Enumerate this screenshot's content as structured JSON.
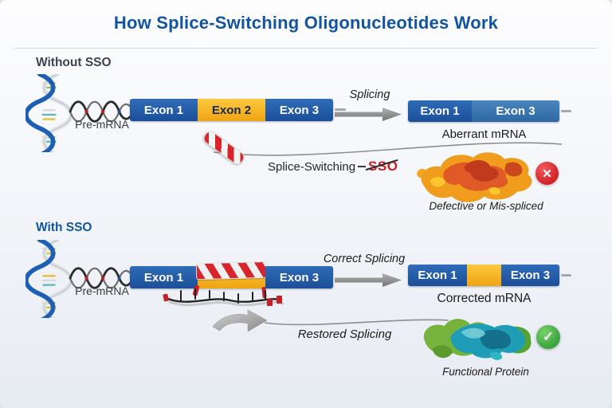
{
  "title": "How Splice-Switching Oligonucleotides Work",
  "palette": {
    "title_blue": "#13549e",
    "heading_gray": "#3d4350",
    "exon_blue": "#2059a8",
    "exon_yellow": "#f6b81f",
    "result_exon3_blue": "#356fa9",
    "sso_red": "#c41f27",
    "error_red": "#d4202a",
    "success_green": "#43a943",
    "arrow_gray": "#8b8b8b"
  },
  "without_sso": {
    "heading": "Without SSO",
    "pre_mrna_label": "Pre-mRNA",
    "exon1": "Exon 1",
    "exon2": "Exon 2",
    "exon3": "Exon 3",
    "arrow_label": "Splicing",
    "result_exon1": "Exon 1",
    "result_exon3": "Exon 3",
    "result_label": "Aberrant mRNA",
    "sso_prefix": "Splice-Switching",
    "sso_accent": "SSO",
    "outcome_label": "Defective or Mis-spliced"
  },
  "with_sso": {
    "heading": "With SSO",
    "pre_mrna_label": "Pre-mRNA",
    "exon1": "Exon 1",
    "exon3": "Exon 3",
    "arrow_label": "Correct Splicing",
    "secondary_label": "Restored Splicing",
    "result_exon1": "Exon 1",
    "result_exon3": "Exon 3",
    "result_label": "Corrected mRNA",
    "outcome_label": "Functional Protein"
  },
  "badges": {
    "error_glyph": "✕",
    "success_glyph": "✓"
  }
}
